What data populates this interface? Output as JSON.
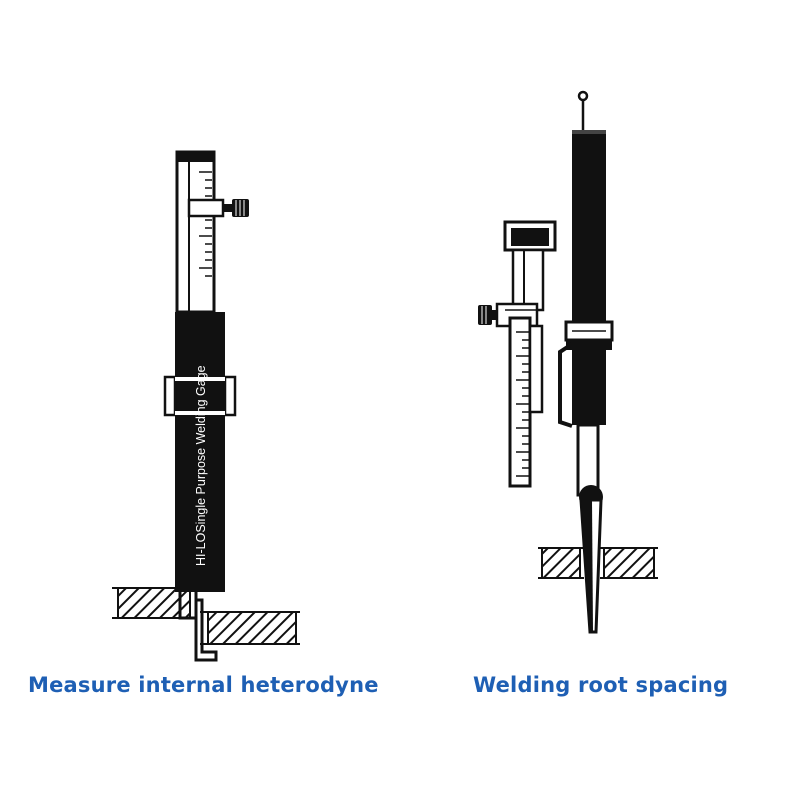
{
  "gauge_left": {
    "body_text": "HI-LOSingle Purpose Welding Gage",
    "caption": "Measure internal heterodyne"
  },
  "gauge_right": {
    "caption": "Welding root spacing"
  },
  "colors": {
    "caption": "#1e5fb4",
    "ink": "#111111",
    "paper": "#ffffff"
  }
}
